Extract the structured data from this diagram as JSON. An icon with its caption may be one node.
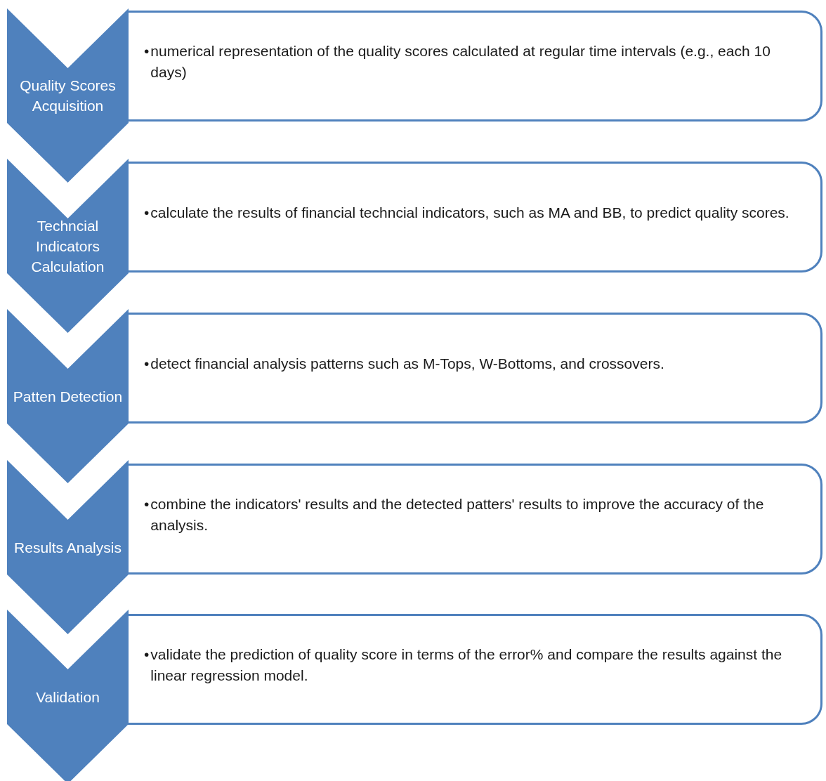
{
  "diagram": {
    "nodes": [
      {
        "text": [
          "Quality Scores Acquisition"
        ]
      },
      {
        "text": [
          "•",
          "numerical representation of the quality scores calculated at regular time intervals (e.g., each 10 days)"
        ]
      },
      {
        "text": [
          "Techncial Indicators Calculation"
        ]
      },
      {
        "text": [
          "•",
          "calculate the results of financial techncial indicators, such as MA and BB, to predict quality scores."
        ]
      },
      {
        "text": [
          "Patten Detection"
        ]
      },
      {
        "text": [
          "•",
          "detect financial analysis patterns such as M-Tops, W-Bottoms, and crossovers."
        ]
      },
      {
        "text": [
          "Results Analysis"
        ]
      },
      {
        "text": [
          "•",
          "combine the indicators' results and the detected patters' results to improve the accuracy of the analysis."
        ]
      },
      {
        "text": [
          "Validation"
        ]
      },
      {
        "text": [
          "•",
          "validate the prediction of quality score in terms of the error% and compare the results against the linear regression model."
        ]
      }
    ]
  }
}
